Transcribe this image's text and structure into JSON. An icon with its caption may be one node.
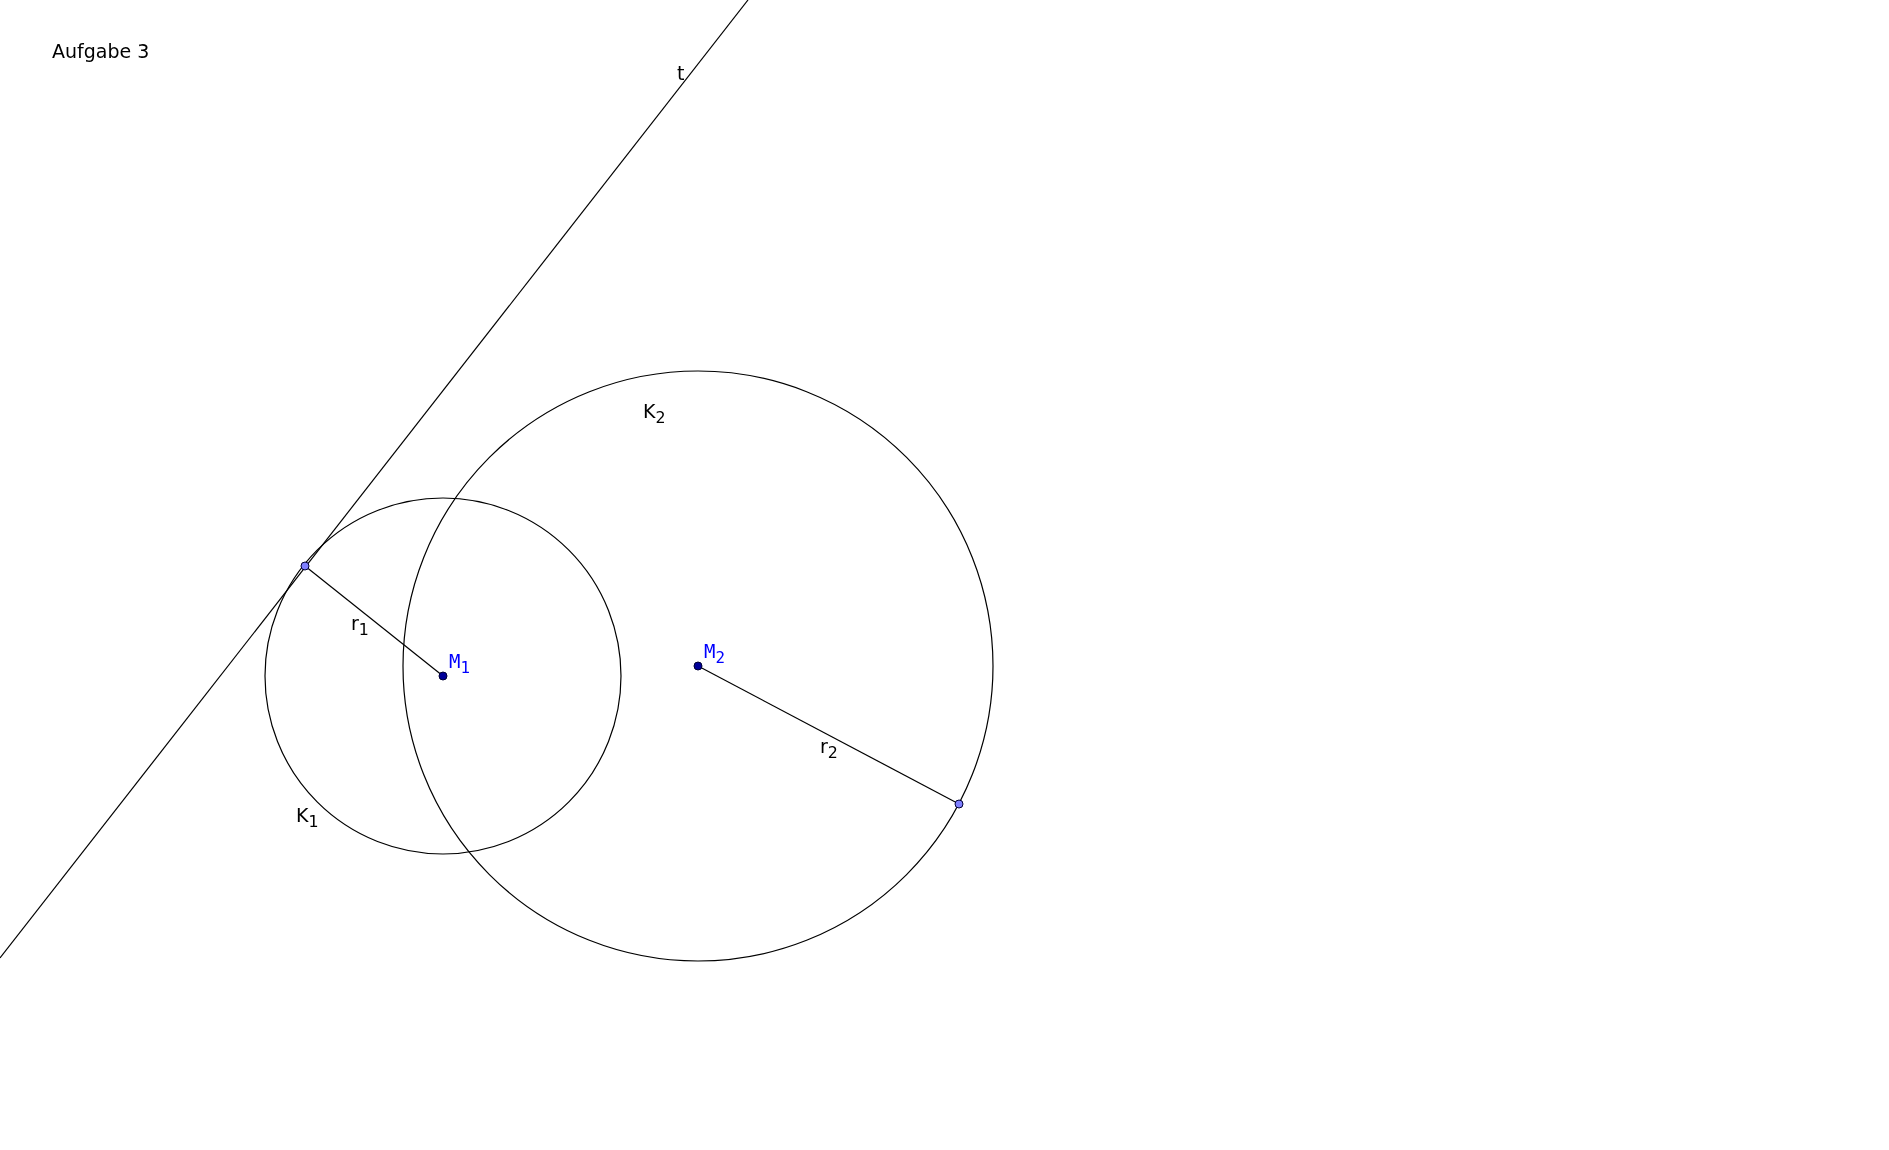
{
  "diagram": {
    "title": "Aufgabe 3",
    "labels": [
      "t",
      "K$_{2}$",
      "r$_{1}$",
      "M$_{1}$",
      "M$_{2}$",
      "r$_{2}$",
      "K$_{1}$"
    ]
  }
}
